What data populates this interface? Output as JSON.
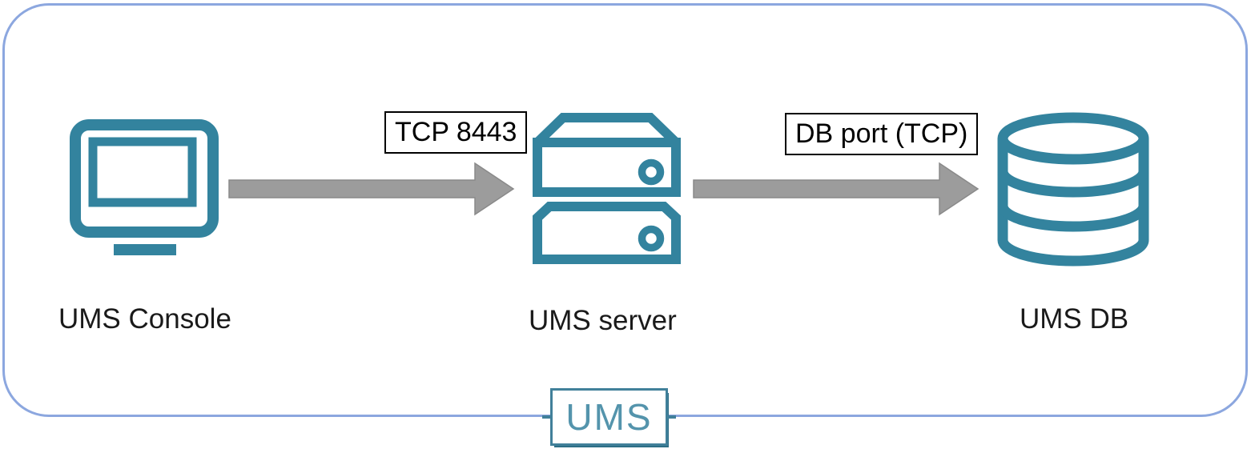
{
  "diagram": {
    "nodes": [
      {
        "id": "ums-console",
        "label": "UMS Console",
        "icon": "monitor-icon"
      },
      {
        "id": "ums-server",
        "label": "UMS server",
        "icon": "server-icon"
      },
      {
        "id": "ums-db",
        "label": "UMS DB",
        "icon": "database-icon"
      }
    ],
    "connections": [
      {
        "from": "UMS Console",
        "to": "UMS server",
        "label": "TCP 8443"
      },
      {
        "from": "UMS server",
        "to": "UMS DB",
        "label": "DB port (TCP)"
      }
    ],
    "badge": {
      "label": "UMS"
    },
    "colors": {
      "icon": "#33839E",
      "frame": "#8CA7DF",
      "arrow": "#9C9C9C",
      "arrow_outline": "#8A8A8A",
      "label_box_border": "#000000",
      "badge_border": "#41809A",
      "badge_text": "#5494AC",
      "text": "#1A1A1A"
    }
  }
}
